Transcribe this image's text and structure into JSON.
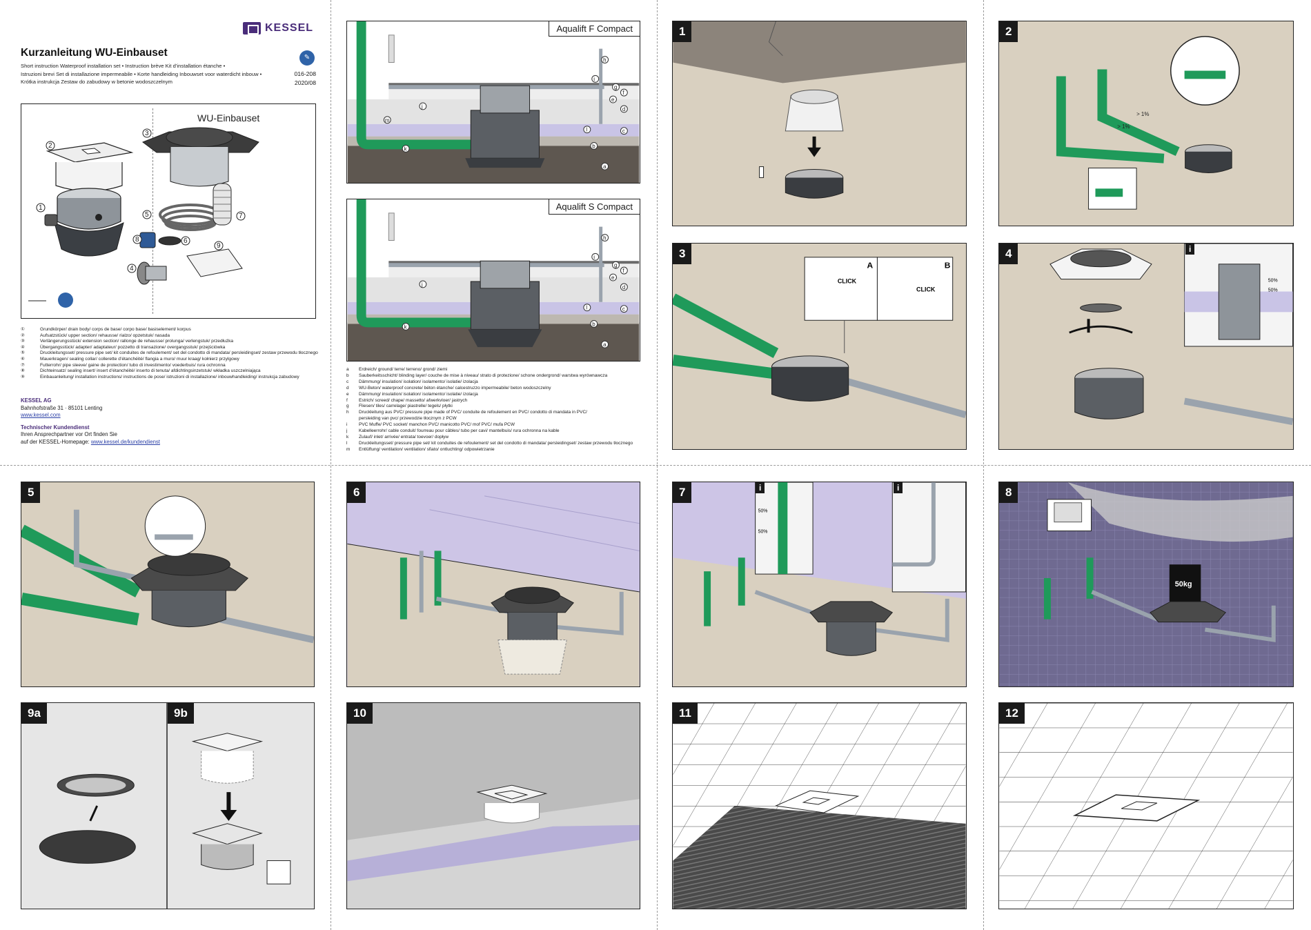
{
  "brand": {
    "name": "KESSEL"
  },
  "cover": {
    "title": "Kurzanleitung WU-Einbauset",
    "subtitle_lines": [
      "Short instruction Waterproof installation set • Instruction brève Kit d’installation étanche •",
      "Istruzioni brevi Set di installazione impermeabile • Korte handleiding Inbouwset voor waterdicht inbouw •",
      "Krótka instrukcja Zestaw do zabudowy w betonie wodoszczelnym"
    ],
    "doc_number": "016-208",
    "doc_date": "2020/08",
    "parts_heading": "WU-Einbauset",
    "part_callouts": [
      "①",
      "②",
      "③",
      "④",
      "⑤",
      "⑥",
      "⑦",
      "⑧",
      "⑨"
    ],
    "legend": [
      {
        "num": "①",
        "text": "Grundkörper/ drain body/ corps de base/ corpo base/ basiselement/ korpus"
      },
      {
        "num": "②",
        "text": "Aufsatzstück/ upper section/ rehausse/ rialzo/ opzetstuk/ nasada"
      },
      {
        "num": "③",
        "text": "Verlängerungsstück/ extension section/ rallonge de rehausse/ prolunga/ verlengstuk/ przedłużka"
      },
      {
        "num": "④",
        "text": "Übergangsstück/ adapter/ adaptateur/ pozzetto di transazione/ overgangsstuk/ przejściówka"
      },
      {
        "num": "⑤",
        "text": "Druckleitungsset/ pressure pipe set/ kit conduites de refoulement/ set del condotto di mandata/ persleidingset/ zestaw przewodu tłocznego"
      },
      {
        "num": "⑥",
        "text": "Mauerkragen/ sealing collar/ collerette d’étanchéité/ flangia a muro/ muur kraag/ kołnierz przylgowy"
      },
      {
        "num": "⑦",
        "text": "Futterrohr/ pipe sleeve/ gaine de protection/ tubo di investimento/ voederbuis/ rura ochronna"
      },
      {
        "num": "⑧",
        "text": "Dichteinsatz/ sealing insert/ insert d’étanchéité/ inserto di tenuta/ afdichtingsinzetstuk/ wkładka uszczelniająca"
      },
      {
        "num": "⑨",
        "text": "Einbauanleitung/ installation instructions/ instructions de pose/ istruzioni di installazione/ inbouwhandleiding/ instrukcja zabudowy"
      }
    ],
    "company": {
      "name": "KESSEL AG",
      "address": "Bahnhofstraße 31 · 85101 Lenting",
      "website": "www.kessel.com",
      "service_title": "Technischer Kundendienst",
      "service_line1": "Ihren Ansprechpartner vor Ort finden Sie",
      "service_line2_prefix": "auf der KESSEL-Homepage: ",
      "service_link": "www.kessel.de/kundendienst"
    }
  },
  "sections": [
    {
      "title": "Aqualift F Compact",
      "labels": [
        "h",
        "i",
        "g",
        "f",
        "e",
        "j",
        "m",
        "d",
        "l",
        "c",
        "k",
        "b",
        "a"
      ]
    },
    {
      "title": "Aqualift S Compact",
      "labels": [
        "h",
        "i",
        "g",
        "f",
        "e",
        "j",
        "d",
        "l",
        "c",
        "k",
        "b",
        "a"
      ]
    }
  ],
  "section_legend": [
    {
      "letter": "a",
      "text": "Erdreich/ ground/ terre/ terreno/ grond/ ziemi"
    },
    {
      "letter": "b",
      "text": "Sauberkeitsschicht/ blinding layer/ couche de mise à niveau/ strato di protezione/ schone ondergrond/ warstwa wyrównawcza"
    },
    {
      "letter": "c",
      "text": "Dämmung/ insulation/ isolation/ isolamento/ isolatie/ izolacja"
    },
    {
      "letter": "d",
      "text": "WU-Beton/ waterproof concrete/ béton étanche/ calcestruzzo impermeabile/ beton wodoszczelny"
    },
    {
      "letter": "e",
      "text": "Dämmung/ insulation/ isolation/ isolamento/ isolatie/ izolacja"
    },
    {
      "letter": "f",
      "text": "Estrich/ screed/ chape/ massetto/ afwerkvloer/ jastrych"
    },
    {
      "letter": "g",
      "text": "Fliesen/ tiles/ carrelage/ piastrelle/ tegels/ płytki"
    },
    {
      "letter": "h",
      "text": "Druckleitung aus PVC/ pressure pipe made of PVC/ conduite de refoulement en PVC/ condotto di mandata in PVC/"
    },
    {
      "letter": "",
      "text": "persleiding van pvc/ przewodzie tłocznym z PCW"
    },
    {
      "letter": "i",
      "text": "PVC Muffe/ PVC socket/ manchon PVC/ manicotto PVC/ mof PVC/ mufa PCW"
    },
    {
      "letter": "j",
      "text": "Kabelleerrohr/ cable conduit/ fourreau pour câbles/ tubo per cavi/ mantelbuis/ rura ochronna na kable"
    },
    {
      "letter": "k",
      "text": "Zulauf/ inlet/ arrivée/ entrata/ toevoer/ dopływ"
    },
    {
      "letter": "l",
      "text": "Druckleitungsset/ pressure pipe set/ kit conduites de refoulement/ set del condotto di mandata/ persleidingset/ zestaw przewodu tłocznego"
    },
    {
      "letter": "m",
      "text": "Entlüftung/ ventilation/ ventilation/ sfiato/ ontluchting/ odpowietrzanie"
    }
  ],
  "steps": [
    {
      "id": "1",
      "label": "1"
    },
    {
      "id": "2",
      "label": "2",
      "slopes": [
        "> 1%",
        "> 1%"
      ]
    },
    {
      "id": "3",
      "label": "3",
      "callouts": [
        "A",
        "B",
        "CLICK",
        "CLICK"
      ]
    },
    {
      "id": "4",
      "label": "4",
      "info": "i",
      "percents": [
        "50%",
        "50%"
      ]
    },
    {
      "id": "5",
      "label": "5"
    },
    {
      "id": "6",
      "label": "6"
    },
    {
      "id": "7",
      "label": "7",
      "info": "i",
      "percents": [
        "50%",
        "50%"
      ]
    },
    {
      "id": "8",
      "label": "8",
      "weight": "50kg"
    },
    {
      "id": "9a",
      "label": "9a"
    },
    {
      "id": "9b",
      "label": "9b"
    },
    {
      "id": "10",
      "label": "10"
    },
    {
      "id": "11",
      "label": "11"
    },
    {
      "id": "12",
      "label": "12"
    }
  ],
  "colors": {
    "pipe_green": "#1f9a5a",
    "pipe_grey": "#9aa3ad",
    "soil": "#d8cfbf",
    "insulation": "#b7b0d8",
    "brand_purple": "#4a2d7a",
    "panel_dark": "#1a1a1a"
  }
}
